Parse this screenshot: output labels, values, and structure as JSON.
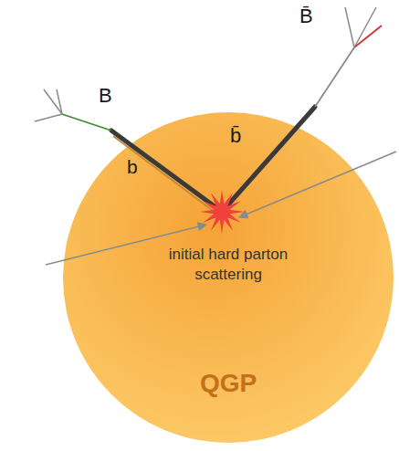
{
  "diagram": {
    "nodes": [
      {
        "text": [
          "initial hard parton scattering",
          "QGP"
        ]
      }
    ],
    "labels": [
      "B",
      "b",
      "b̄",
      "B̄"
    ]
  }
}
